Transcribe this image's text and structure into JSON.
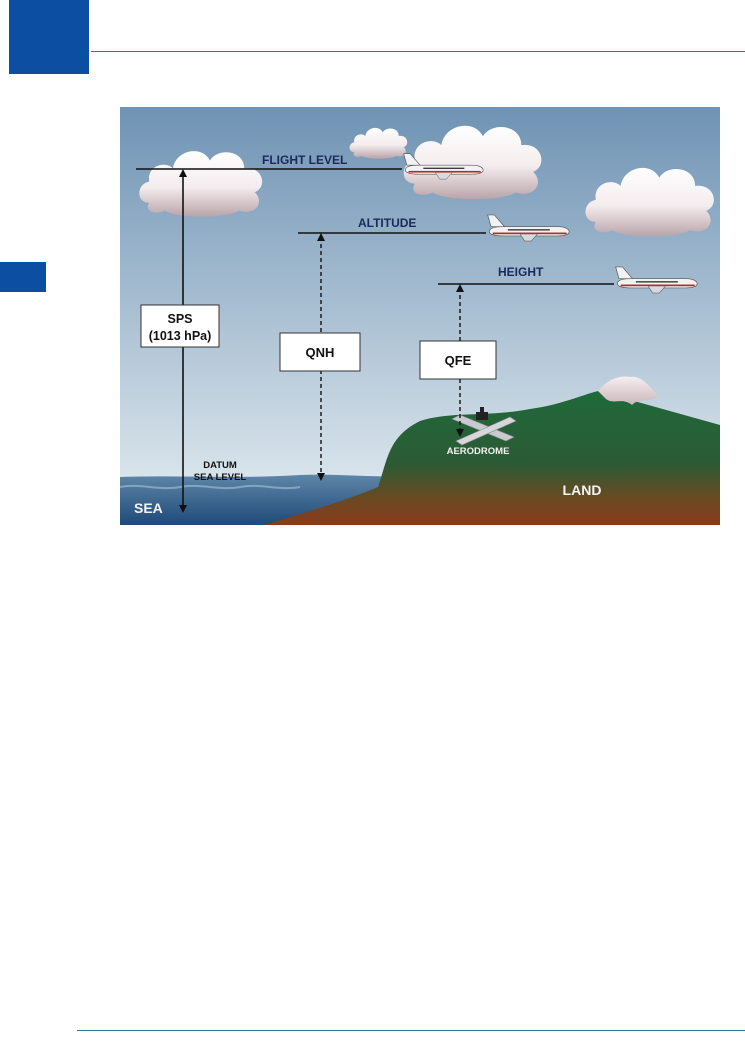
{
  "colors": {
    "brand_blue": "#0b4ea2",
    "rule_teal": "#2f7a8a",
    "sky_top": "#6f93b4",
    "sky_bottom": "#e6eef2",
    "label_navy": "#1a2a5a",
    "land_green": "#1f6a3a",
    "land_brown": "#8a3a1c",
    "sea_blue": "#1f4a78"
  },
  "diagram": {
    "labels": {
      "flight_level": "FLIGHT LEVEL",
      "altitude": "ALTITUDE",
      "height": "HEIGHT",
      "sps_line1": "SPS",
      "sps_line2": "(1013 hPa)",
      "qnh": "QNH",
      "qfe": "QFE",
      "aerodrome": "AERODROME",
      "datum_line1": "DATUM",
      "datum_line2": "SEA LEVEL",
      "land": "LAND",
      "sea": "SEA"
    },
    "icons": {
      "aircraft": "airliner-icon",
      "cloud": "cloud-icon",
      "runway": "crossed-runways-icon",
      "control_tower": "control-tower-icon"
    }
  }
}
